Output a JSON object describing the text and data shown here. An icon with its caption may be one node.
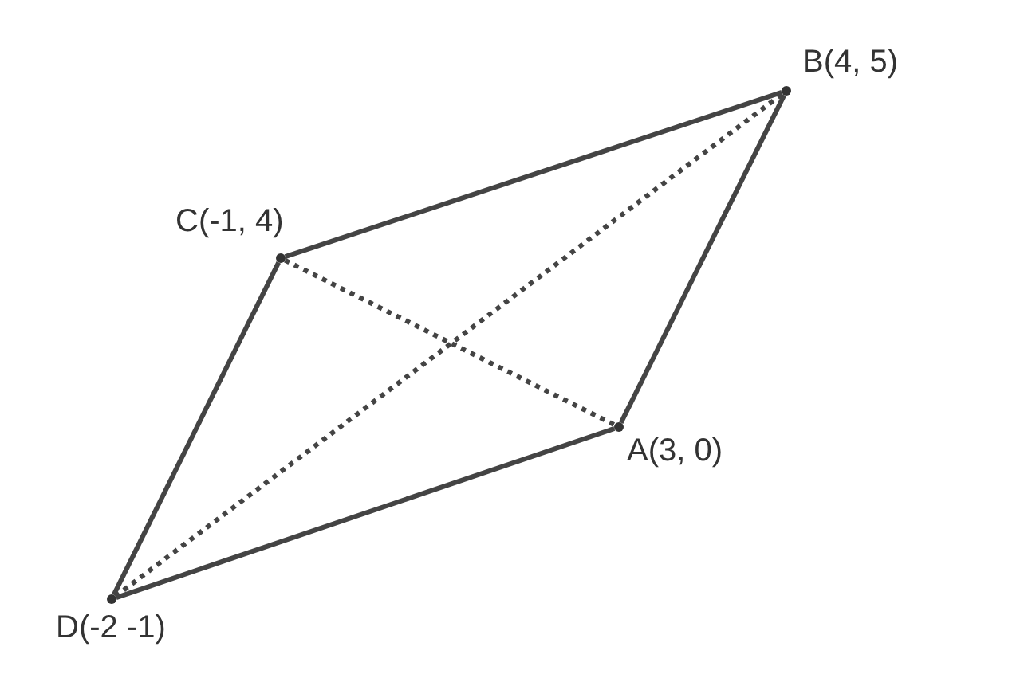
{
  "diagram": {
    "nodes": [
      {
        "text": [],
        "shape": "circle",
        "beside": [
          "B(4, 5)"
        ]
      },
      {
        "text": [],
        "shape": "circle",
        "beside": [
          "C(-1, 4)"
        ]
      },
      {
        "text": [],
        "shape": "circle",
        "beside": [
          "A(3, 0)"
        ]
      },
      {
        "text": [],
        "shape": "circle",
        "beside": [
          "D(-2 -1)"
        ]
      }
    ],
    "edges": [
      {
        "from": 1,
        "to": 0,
        "arrow": "none"
      },
      {
        "from": 2,
        "to": 0,
        "arrow": "none"
      },
      {
        "from": 3,
        "to": 1,
        "arrow": "none"
      },
      {
        "from": 3,
        "to": 2,
        "arrow": "none"
      },
      {
        "from": 1,
        "to": 2,
        "arrow": "none",
        "style": "dashed"
      },
      {
        "from": 3,
        "to": 0,
        "arrow": "none",
        "style": "dashed"
      }
    ]
  }
}
